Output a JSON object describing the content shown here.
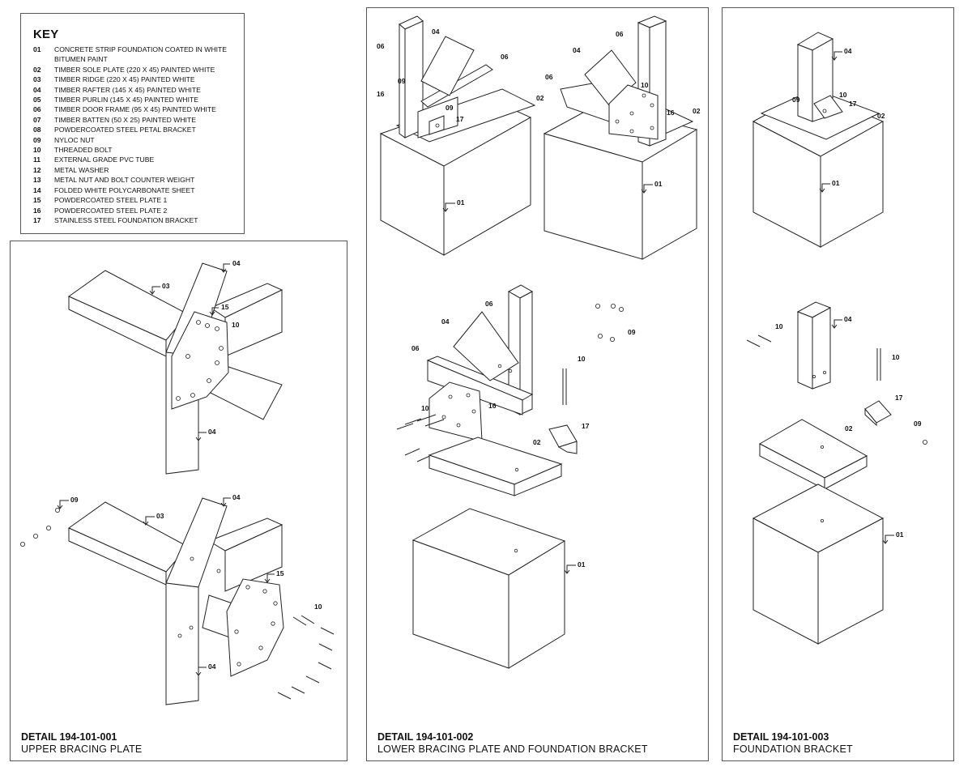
{
  "key": {
    "title": "KEY",
    "items": [
      {
        "num": "01",
        "desc": "CONCRETE STRIP FOUNDATION COATED IN WHITE BITUMEN PAINT"
      },
      {
        "num": "02",
        "desc": "TIMBER SOLE PLATE (220 X 45) PAINTED WHITE"
      },
      {
        "num": "03",
        "desc": "TIMBER RIDGE (220 X 45) PAINTED WHITE"
      },
      {
        "num": "04",
        "desc": "TIMBER RAFTER (145 X 45) PAINTED WHITE"
      },
      {
        "num": "05",
        "desc": "TIMBER PURLIN (145 X 45) PAINTED WHITE"
      },
      {
        "num": "06",
        "desc": "TIMBER DOOR FRAME (95 X 45) PAINTED WHITE"
      },
      {
        "num": "07",
        "desc": "TIMBER BATTEN (50 X 25) PAINTED WHITE"
      },
      {
        "num": "08",
        "desc": "POWDERCOATED STEEL PETAL BRACKET"
      },
      {
        "num": "09",
        "desc": "NYLOC NUT"
      },
      {
        "num": "10",
        "desc": "THREADED BOLT"
      },
      {
        "num": "11",
        "desc": "EXTERNAL GRADE PVC TUBE"
      },
      {
        "num": "12",
        "desc": "METAL WASHER"
      },
      {
        "num": "13",
        "desc": "METAL NUT AND BOLT COUNTER WEIGHT"
      },
      {
        "num": "14",
        "desc": "FOLDED WHITE POLYCARBONATE SHEET"
      },
      {
        "num": "15",
        "desc": "POWDERCOATED STEEL PLATE 1"
      },
      {
        "num": "16",
        "desc": "POWDERCOATED STEEL PLATE 2"
      },
      {
        "num": "17",
        "desc": "STAINLESS STEEL FOUNDATION BRACKET"
      }
    ]
  },
  "details": [
    {
      "id": "DETAIL 194-101-001",
      "title": "UPPER BRACING PLATE"
    },
    {
      "id": "DETAIL 194-101-002",
      "title": "LOWER BRACING PLATE AND FOUNDATION BRACKET"
    },
    {
      "id": "DETAIL 194-101-003",
      "title": "FOUNDATION BRACKET"
    }
  ],
  "callouts": {
    "c01": "01",
    "c02": "02",
    "c03": "03",
    "c04": "04",
    "c06": "06",
    "c09": "09",
    "c10": "10",
    "c15": "15",
    "c16": "16",
    "c17": "17"
  },
  "colors": {
    "line": "#222222",
    "border": "#555555",
    "background": "#ffffff"
  }
}
